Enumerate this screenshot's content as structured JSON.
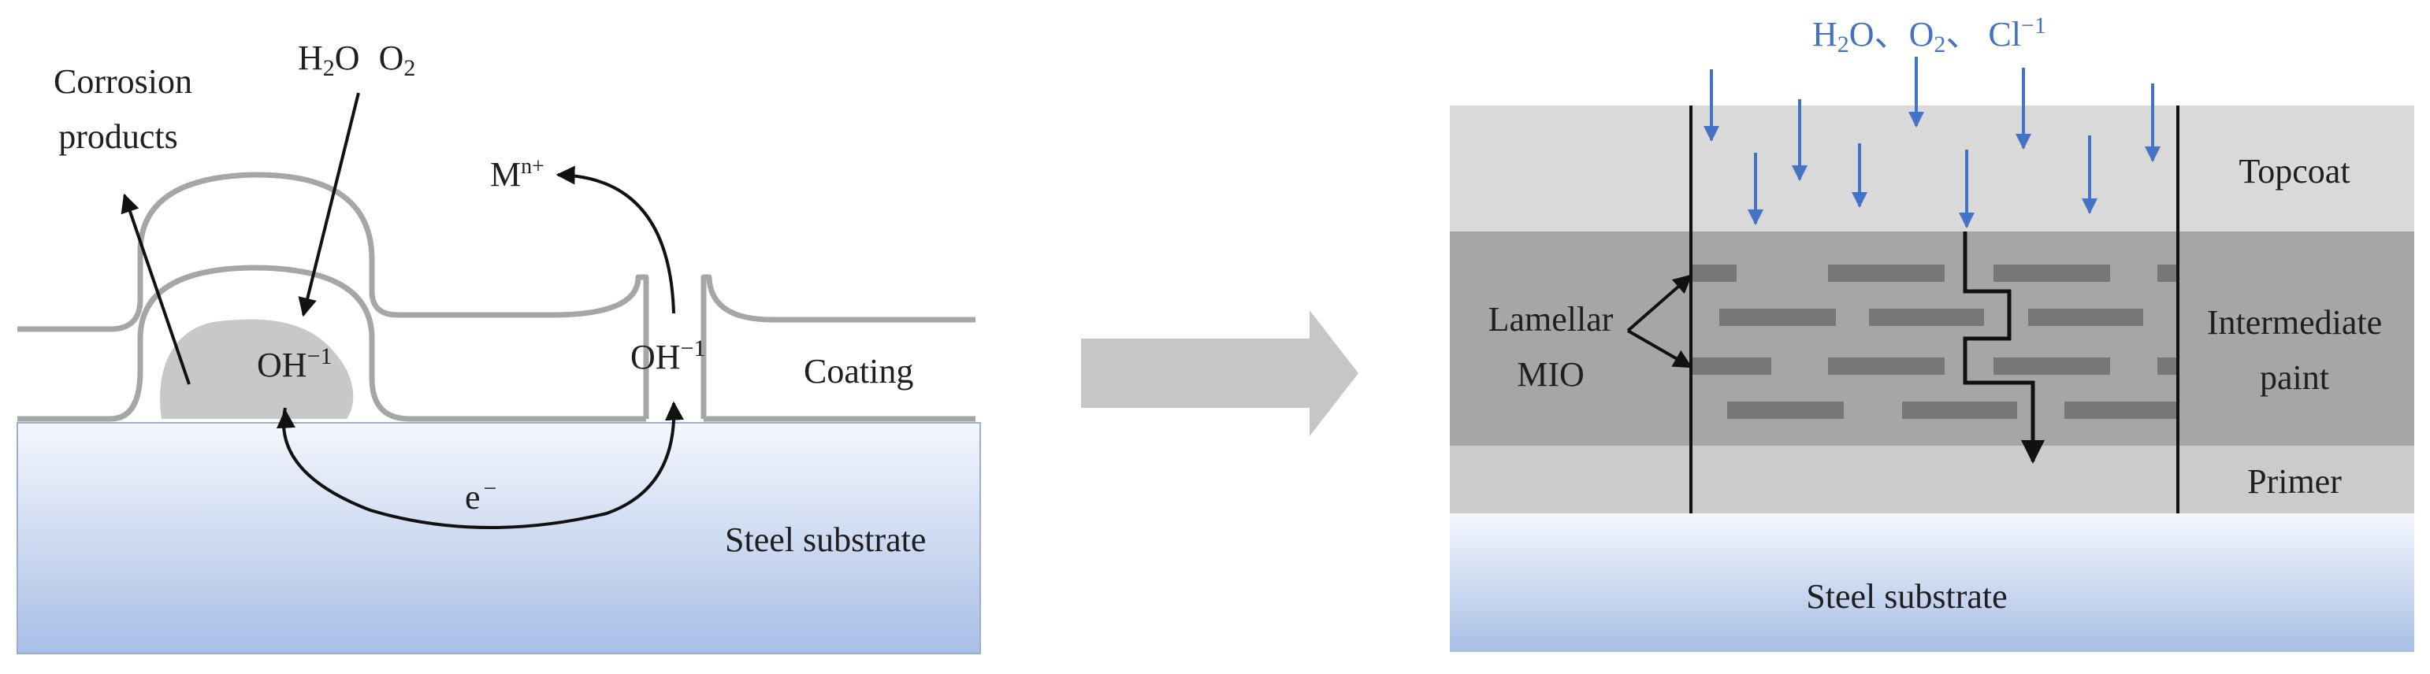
{
  "colors": {
    "coating_stroke": "#a6a6a6",
    "pit_fill": "#c8c8c8",
    "substrate_top": "#f4f7fd",
    "substrate_bottom": "#a9bfe6",
    "arrow_gray": "#c6c6c6",
    "ingress_blue": "#4472c4",
    "topcoat": "#d9d9d9",
    "intermediate": "#a6a6a6",
    "primer": "#cbcbcb",
    "flake": "#777777",
    "text": "#1f1f1f"
  },
  "left_panel": {
    "corrosion_products_line1": "Corrosion",
    "corrosion_products_line2": "products",
    "reactants": {
      "water": "H",
      "water_sub": "2",
      "water_tail": "O",
      "oxygen": "O",
      "oxygen_sub": "2"
    },
    "metal_ion": {
      "base": "M",
      "sup": "n+"
    },
    "hydroxide_pit": {
      "base": "OH",
      "sup": "−1"
    },
    "hydroxide_defect": {
      "base": "OH",
      "sup": "−1"
    },
    "electron": {
      "base": "e",
      "sup": "−"
    },
    "coating_label": "Coating",
    "substrate_label": "Steel substrate"
  },
  "transition_arrow": {
    "icon": "right-arrow-icon"
  },
  "right_panel": {
    "ingress": {
      "water": "H",
      "water_sub": "2",
      "water_tail": "O、",
      "oxygen": "O",
      "oxygen_sub": "2",
      "oxygen_tail": "、",
      "chloride": "Cl",
      "chloride_sup": "−1"
    },
    "topcoat_label": "Topcoat",
    "intermediate_label_line1": "Intermediate",
    "intermediate_label_line2": "paint",
    "primer_label": "Primer",
    "lamellar_line1": "Lamellar",
    "lamellar_line2": "MIO",
    "substrate_label": "Steel substrate"
  }
}
